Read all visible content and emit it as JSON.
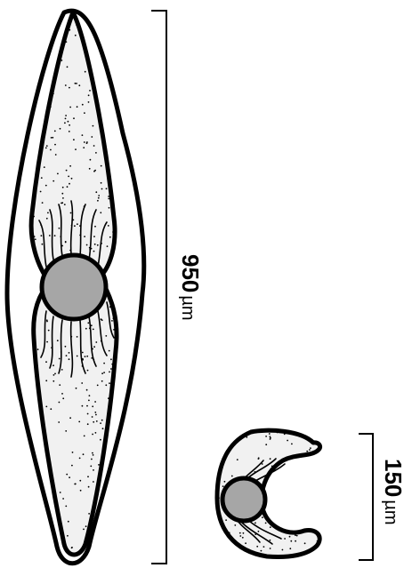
{
  "large_cell": {
    "size_value": "950",
    "size_unit": "µm"
  },
  "small_cell": {
    "size_value": "150",
    "size_unit": "µm"
  },
  "colors": {
    "outline": "#000000",
    "cell_fill": "#f1f1f1",
    "nucleus": "#a6a6a6",
    "background": "#ffffff"
  }
}
